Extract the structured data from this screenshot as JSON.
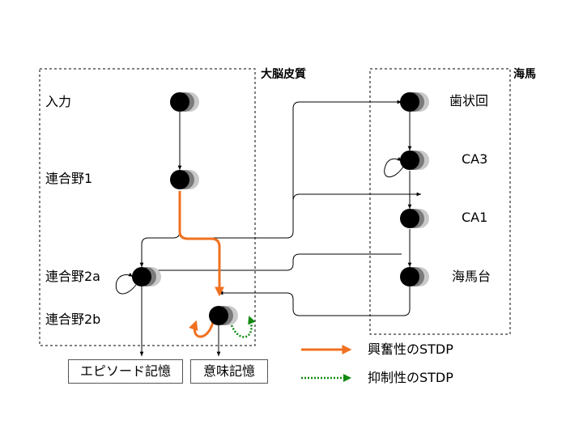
{
  "regions": {
    "cortex": "大脳皮質",
    "hippocampus": "海馬"
  },
  "layers_left": {
    "input": "入力",
    "assoc1": "連合野1",
    "assoc2a": "連合野2a",
    "assoc2b": "連合野2b"
  },
  "layers_right": {
    "dentate": "歯状回",
    "ca3": "CA3",
    "ca1": "CA1",
    "subiculum": "海馬台"
  },
  "outputs": {
    "episodic": "エピソード記憶",
    "semantic": "意味記憶"
  },
  "legend": {
    "excitatory": "興奮性のSTDP",
    "inhibitory": "抑制性のSTDP"
  },
  "colors": {
    "excitatory": "#f07020",
    "inhibitory": "#128a12",
    "line": "#000000",
    "node": "#000000"
  }
}
